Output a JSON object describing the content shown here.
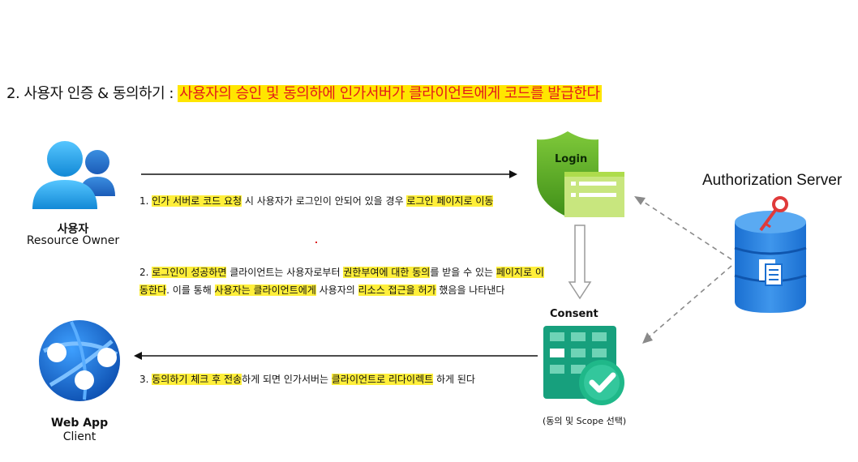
{
  "title": {
    "prefix": "2. 사용자 인증 & 동의하기 :",
    "highlight": "사용자의 승인 및 동의하에 인가서버가 클라이언트에게 코드를 발급한다"
  },
  "user": {
    "name": "사용자",
    "role": "Resource Owner"
  },
  "client": {
    "name": "Web App",
    "role": "Client"
  },
  "login_label": "Login",
  "consent_label": "Consent",
  "consent_caption": "(동의 및 Scope 선택)",
  "auth_server_label": "Authorization Server",
  "steps": {
    "s1": {
      "t1": "1. ",
      "h1": "인가 서버로 코드 요청",
      "t2": " 시 사용자가 로그인이 안되어 있을 경우 ",
      "h2": "로그인 페이지로 이동"
    },
    "s2a": {
      "t1": "2. ",
      "h1": "로그인이 성공하면",
      "t2": " 클라이언트는 사용자로부터 ",
      "h2": "권한부여에 대한 동의",
      "t3": "를 받을 수 있는 ",
      "h3": "페이지로 이"
    },
    "s2b": {
      "h1": "동한다",
      "t1": ". 이를 통해 ",
      "h2": "사용자는 클라이언트에게",
      "t2": " 사용자의 ",
      "h3": "리소스 접근을 허가",
      "t3": " 했음을 나타낸다"
    },
    "s3": {
      "t1": "3. ",
      "h1": "동의하기 체크 후 전송",
      "t2": "하게 되면 인가서버는 ",
      "h2": "클라이언트로 리다이렉트",
      "t3": " 하게 된다"
    }
  },
  "colors": {
    "highlight": "#ffef3a",
    "title_text": "#e31a1a",
    "login_green": "#7cc61f",
    "consent_green": "#199f7e",
    "db_blue": "#1f7ad8"
  }
}
